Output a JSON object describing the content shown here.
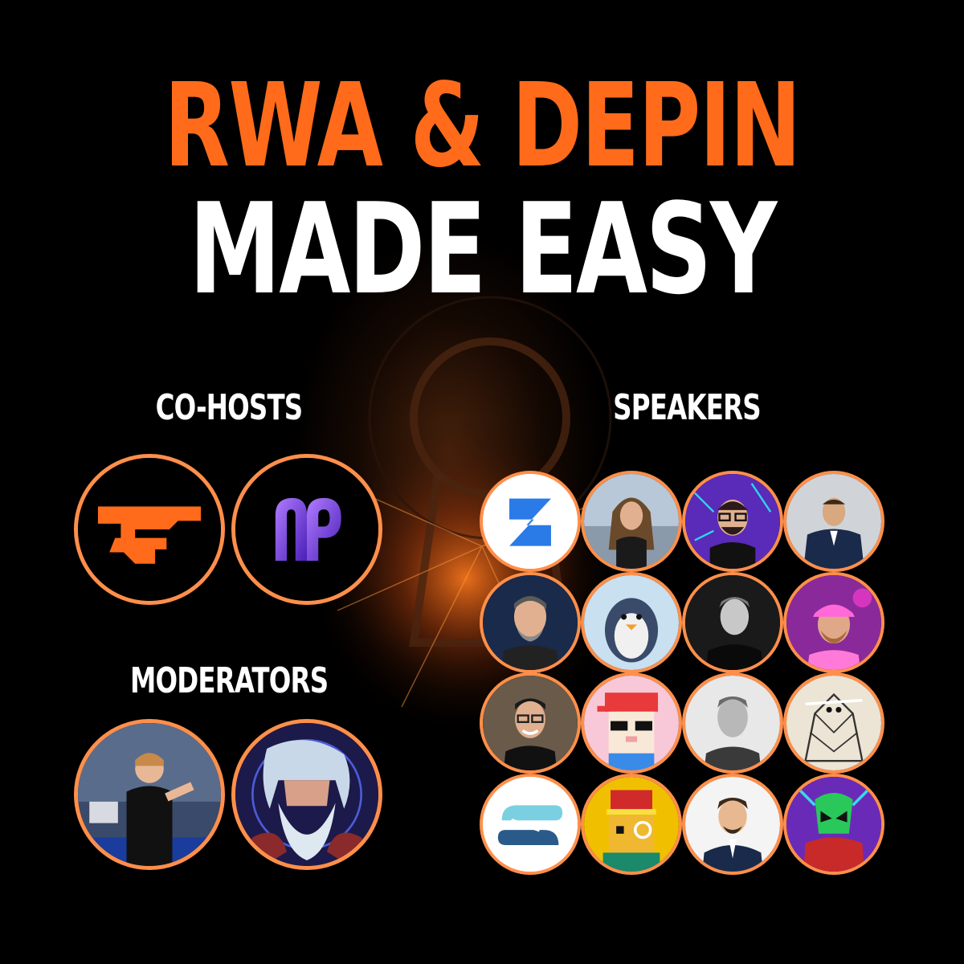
{
  "title": {
    "line1": "RWA & DEPIN",
    "line2": "MADE EASY"
  },
  "sections": {
    "cohosts": "CO-HOSTS",
    "speakers": "SPEAKERS",
    "moderators": "MODERATORS"
  },
  "colors": {
    "accent": "#ff6b1a",
    "ring": "#ff8f4a",
    "background": "#000000"
  },
  "cohosts": [
    {
      "icon": "forge-logo-icon"
    },
    {
      "icon": "purple-m-logo-icon"
    }
  ],
  "moderators": [
    {
      "icon": "speaker-on-stage-photo"
    },
    {
      "icon": "bearded-wizard-avatar"
    }
  ],
  "speakers": [
    {
      "icon": "blue-z-logo-icon"
    },
    {
      "icon": "woman-portrait-avatar"
    },
    {
      "icon": "man-glasses-purple-avatar"
    },
    {
      "icon": "man-suit-avatar"
    },
    {
      "icon": "man-smiling-avatar"
    },
    {
      "icon": "penguin-avatar"
    },
    {
      "icon": "man-bw-portrait-avatar"
    },
    {
      "icon": "man-pink-cap-avatar"
    },
    {
      "icon": "man-glasses-smiling-avatar"
    },
    {
      "icon": "pixel-cat-red-cap-avatar"
    },
    {
      "icon": "man-grey-portrait-avatar"
    },
    {
      "icon": "sketch-creature-avatar"
    },
    {
      "icon": "cloud-logo-icon"
    },
    {
      "icon": "pixel-cat-crown-avatar"
    },
    {
      "icon": "cartoon-man-suit-avatar"
    },
    {
      "icon": "green-helmet-character-avatar"
    }
  ]
}
